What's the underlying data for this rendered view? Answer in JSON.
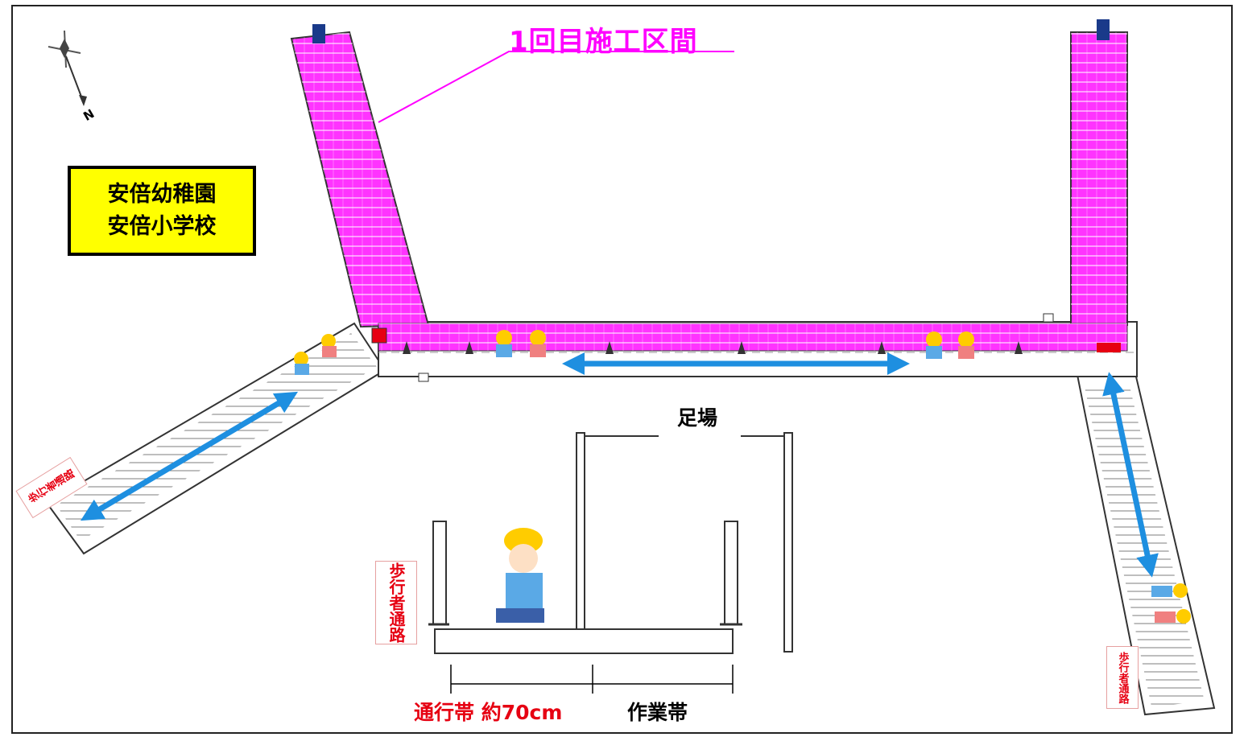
{
  "section_title": "1回目施工区間",
  "school": {
    "line1": "安倍幼稚園",
    "line2": "安倍小学校"
  },
  "scaffold_label": "足場",
  "walkway_label": "通行帯 約70cm",
  "work_label": "作業帯",
  "pedestrian_sign": "歩行者通路",
  "compass_label": "N",
  "colors": {
    "construction_zone": "#ff33ff",
    "arrow": "#1e8fe0",
    "sign_text": "#e60012",
    "label_box": "#ffff00"
  },
  "icons": [
    "compass-icon",
    "traffic-cone-icon",
    "child-pedestrian-icon",
    "traffic-light-icon",
    "double-arrow-icon"
  ]
}
